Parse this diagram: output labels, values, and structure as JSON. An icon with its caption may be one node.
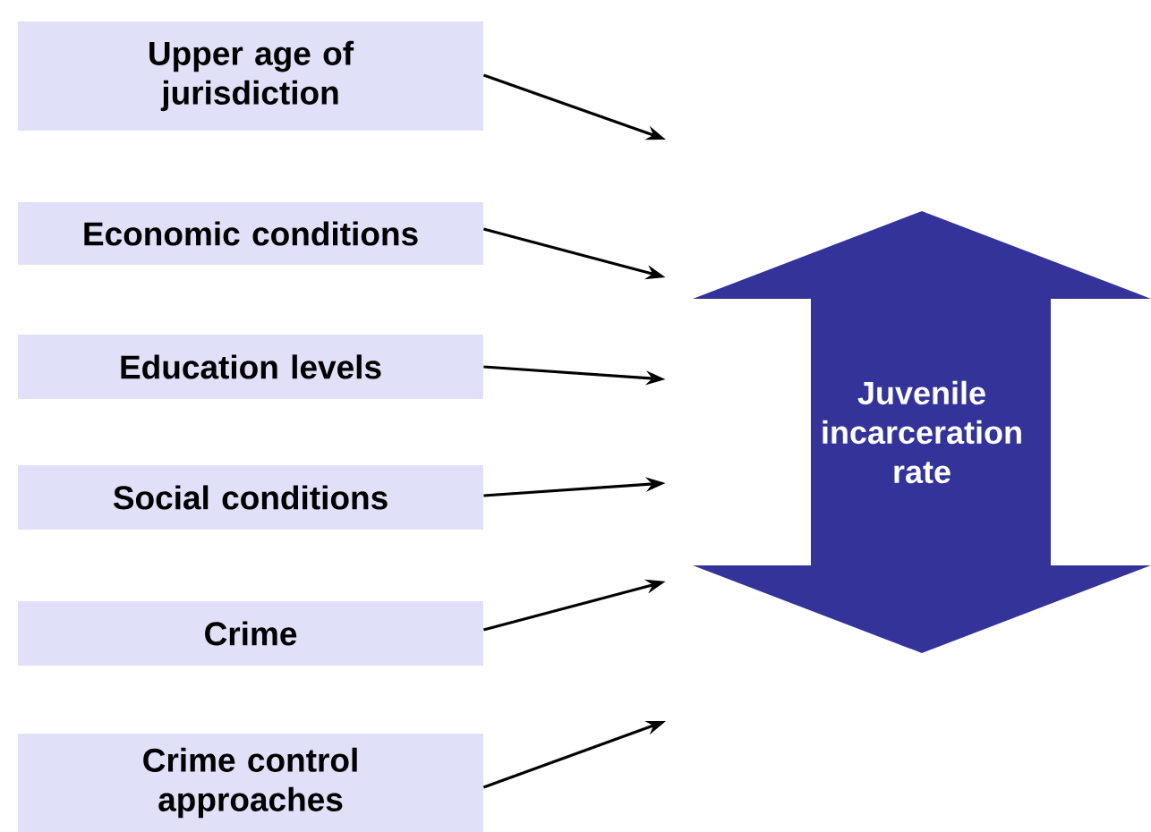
{
  "diagram": {
    "nodes": [
      {
        "text": [
          "Upper age of jurisdiction"
        ]
      },
      {
        "text": [
          "Economic conditions"
        ]
      },
      {
        "text": [
          "Education levels"
        ]
      },
      {
        "text": [
          "Social conditions"
        ]
      },
      {
        "text": [
          "Crime"
        ]
      },
      {
        "text": [
          "Crime control approaches"
        ]
      },
      {
        "text": [
          "Juvenile incarceration rate"
        ]
      }
    ],
    "edges": [
      {
        "from": 0,
        "to": null,
        "arrow": "to"
      },
      {
        "from": 1,
        "to": 6,
        "arrow": "to"
      },
      {
        "from": 2,
        "to": 6,
        "arrow": "to"
      },
      {
        "from": 3,
        "to": 6,
        "arrow": "to"
      },
      {
        "from": 4,
        "to": 6,
        "arrow": "to"
      },
      {
        "from": 5,
        "to": null,
        "arrow": "to"
      }
    ]
  }
}
